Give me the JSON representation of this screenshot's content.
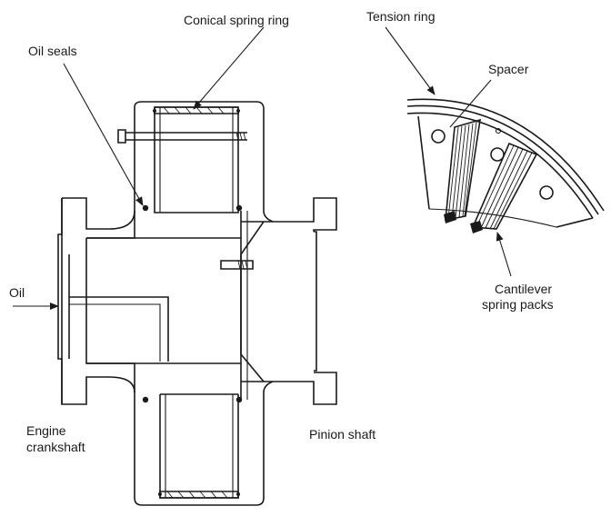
{
  "labels": {
    "conical_spring_ring": "Conical spring ring",
    "oil_seals": "Oil seals",
    "oil": "Oil",
    "engine_crankshaft_line1": "Engine",
    "engine_crankshaft_line2": "crankshaft",
    "pinion_shaft": "Pinion shaft",
    "tension_ring": "Tension ring",
    "spacer": "Spacer",
    "cantilever_line1": "Cantilever",
    "cantilever_line2": "spring packs"
  },
  "colors": {
    "line": "#1a1a1a",
    "background": "#ffffff"
  }
}
